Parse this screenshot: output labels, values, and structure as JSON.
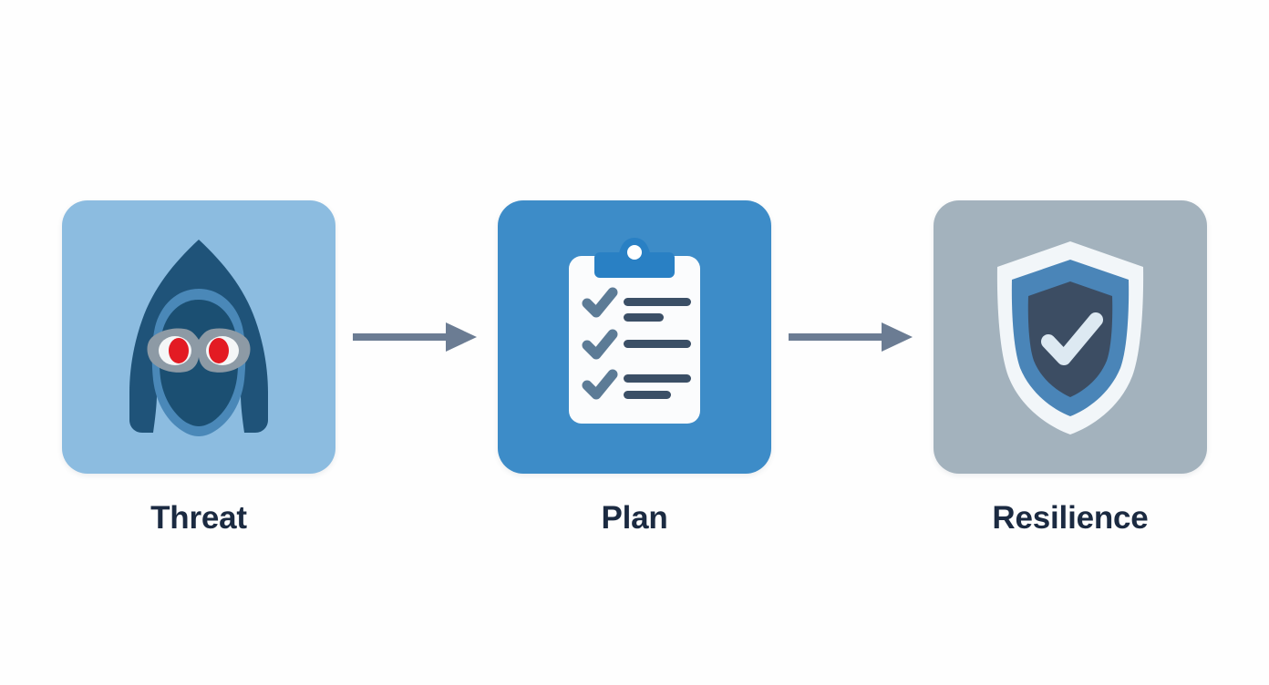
{
  "diagram": {
    "title": "Threat to Plan to Resilience flow",
    "type": "process-flow",
    "background_color": "#fefefe",
    "label_color": "#1b2a41",
    "arrow_color": "#6b7c93",
    "stages": [
      {
        "id": "threat",
        "label": "Threat",
        "icon_name": "hooded-masked-figure-icon",
        "card_color": "#8cbce0",
        "icon_colors": {
          "hood_outer": "#1f5379",
          "hood_rim": "#4a88b8",
          "face": "#1b4f72",
          "mask_band": "#8d9aa5",
          "eye_white": "#f4f6f7",
          "pupil": "#e31b23"
        }
      },
      {
        "id": "plan",
        "label": "Plan",
        "icon_name": "clipboard-checklist-icon",
        "card_color": "#3d8cc8",
        "icon_colors": {
          "paper": "#fbfcfd",
          "clip": "#2980c4",
          "clip_hole": "#ffffff",
          "check": "#5c7b96",
          "line": "#3b4f66"
        },
        "checklist_items": 3,
        "checklist_lines": 5
      },
      {
        "id": "resilience",
        "label": "Resilience",
        "icon_name": "shield-check-icon",
        "card_color": "#a3b2bd",
        "icon_colors": {
          "shield_outer": "#f2f6f9",
          "shield_mid": "#4a85b8",
          "shield_inner": "#3c4d63",
          "check": "#dde9f2"
        }
      }
    ],
    "connectors": [
      {
        "id": "arrow-threat-to-plan",
        "icon_name": "arrow-right-icon",
        "from": "threat",
        "to": "plan"
      },
      {
        "id": "arrow-plan-to-resilience",
        "icon_name": "arrow-right-icon",
        "from": "plan",
        "to": "resilience"
      }
    ]
  }
}
